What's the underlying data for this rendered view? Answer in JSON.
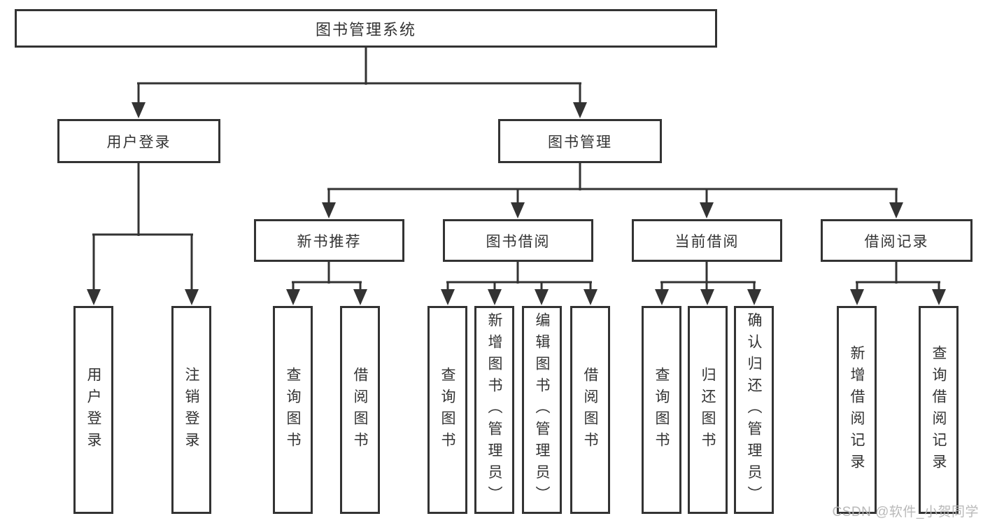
{
  "nodes": {
    "root": "图书管理系统",
    "user_login": "用户登录",
    "book_management": "图书管理",
    "new_book_recommend": "新书推荐",
    "book_borrowing": "图书借阅",
    "current_borrowing": "当前借阅",
    "borrowing_records": "借阅记录",
    "user_login_action": "用户登录",
    "logout_action": "注销登录",
    "recommend_query_books": "查询图书",
    "recommend_borrow_books": "借阅图书",
    "borrowing_query_books": "查询图书",
    "borrowing_add_books": "新增图书（管理员）",
    "borrowing_edit_books": "编辑图书（管理员）",
    "borrowing_borrow_books": "借阅图书",
    "current_query_books": "查询图书",
    "current_return_books": "归还图书",
    "current_confirm_return": "确认归还（管理员）",
    "records_add_record": "新增借阅记录",
    "records_query_record": "查询借阅记录"
  },
  "watermark": "CSDN @软件_小贺同学",
  "colors": {
    "line": "#333333",
    "box_border": "#333333",
    "text": "#333333",
    "background": "#ffffff",
    "watermark": "#b4b4b4"
  }
}
